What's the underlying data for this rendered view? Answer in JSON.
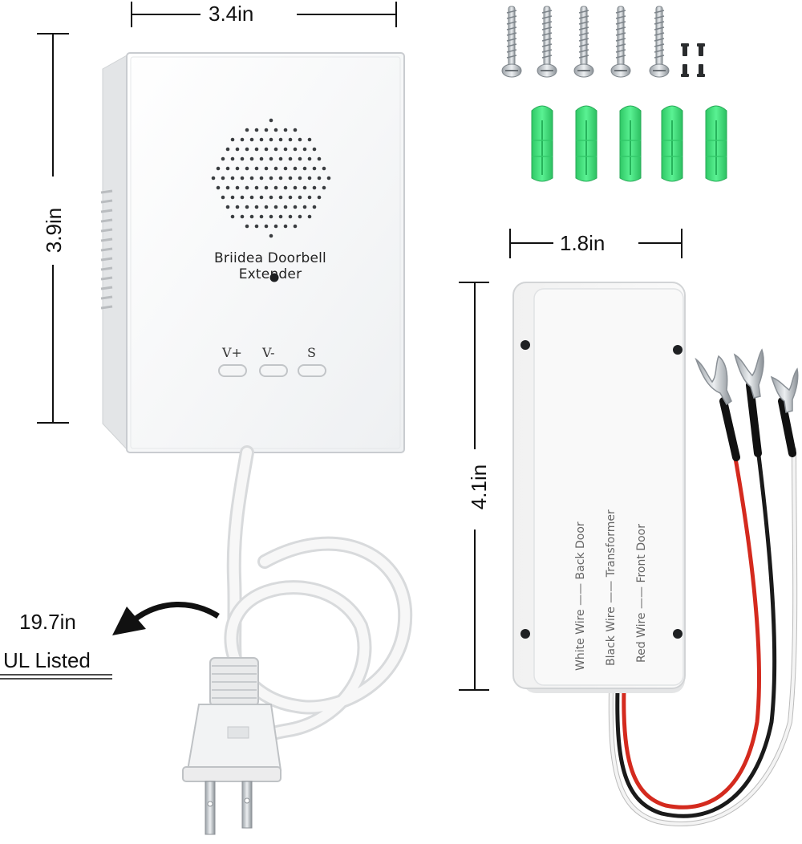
{
  "dimensions": {
    "width_main": "3.4in",
    "height_main": "3.9in",
    "width_box": "1.8in",
    "height_box": "4.1in"
  },
  "cord": {
    "length": "19.7in",
    "certification": "UL Listed"
  },
  "main_unit": {
    "brand_label": "Briidea Doorbell Extender",
    "buttons": [
      "V+",
      "V-",
      "S"
    ]
  },
  "wire_box": {
    "columns": [
      {
        "wire": "White  Wire",
        "dash": "——",
        "target": "Back  Door"
      },
      {
        "wire": "Black  Wire",
        "dash": "——",
        "target": "Transformer"
      },
      {
        "wire": "Red  Wire",
        "dash": "——",
        "target": "Front  Door"
      }
    ]
  },
  "colors": {
    "wire_red": "#d42a1e",
    "wire_black": "#1a1a1a",
    "wire_white": "#f4f4f4",
    "anchor_green": "#3ee07a"
  }
}
